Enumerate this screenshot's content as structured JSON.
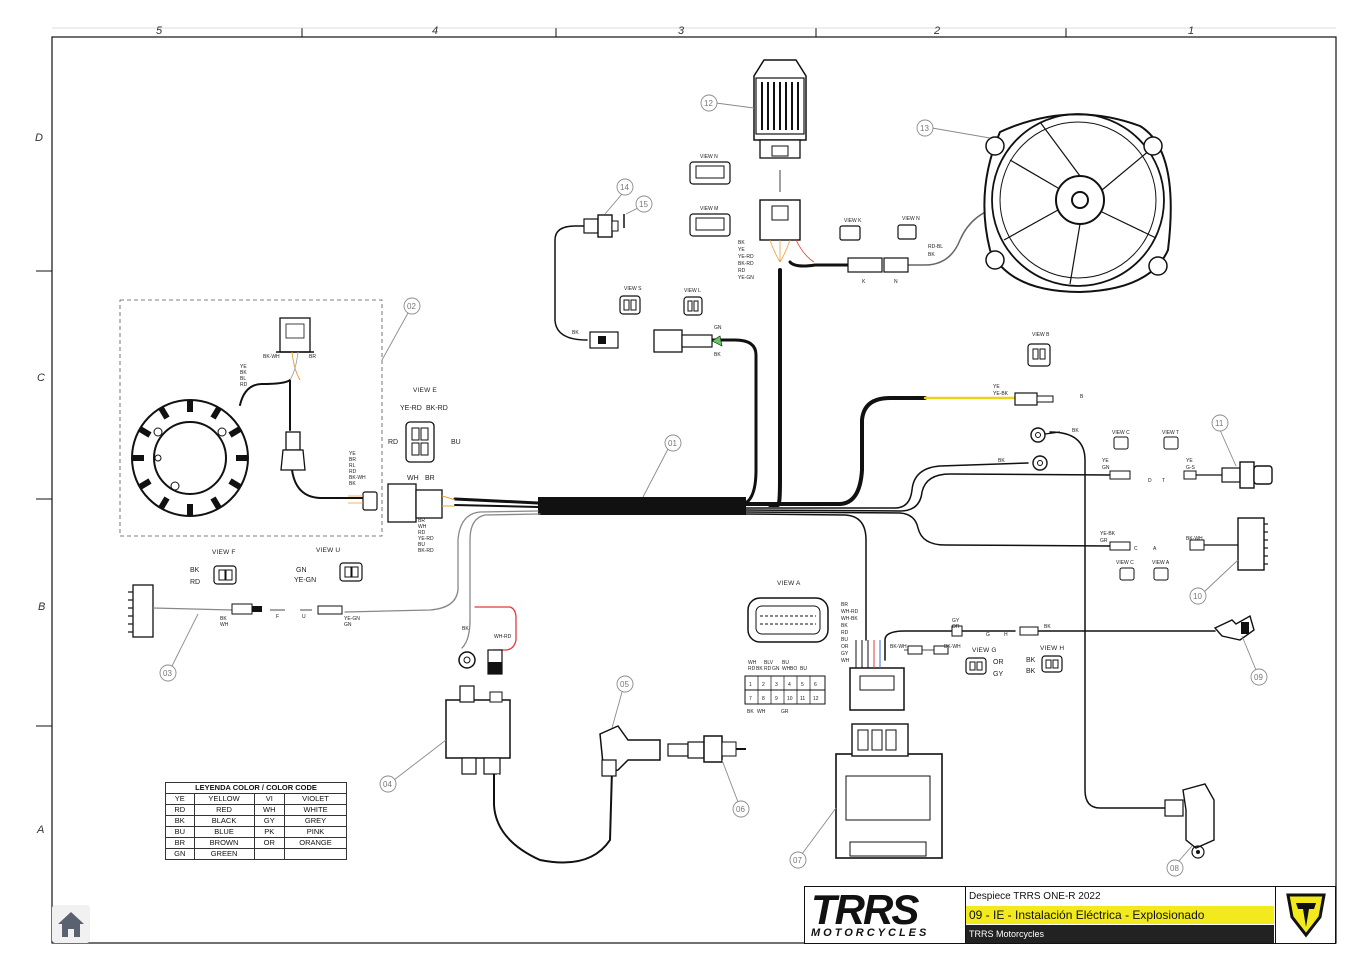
{
  "grid": {
    "columns": [
      "5",
      "4",
      "3",
      "2",
      "1"
    ],
    "rows": [
      "D",
      "C",
      "B",
      "A"
    ]
  },
  "callouts": [
    "01",
    "02",
    "03",
    "04",
    "05",
    "06",
    "07",
    "08",
    "09",
    "10",
    "11",
    "12",
    "13",
    "14",
    "15"
  ],
  "views": {
    "e": "VIEW E",
    "f": "VIEW F",
    "u": "VIEW U",
    "a": "VIEW A",
    "g": "VIEW G",
    "h": "VIEW H",
    "l": "VIEW L",
    "s": "VIEW S",
    "n": "VIEW N",
    "m": "VIEW M",
    "k": "VIEW K",
    "c": "VIEW C",
    "t": "VIEW T",
    "b": "VIEW B"
  },
  "wire_labels": {
    "stator_upper": [
      "YE",
      "BK",
      "BL",
      "RD"
    ],
    "stator_lower": [
      "YE",
      "BR",
      "RL",
      "RD",
      "BK-WH",
      "BK"
    ],
    "stator_top_left": "BK-WH",
    "stator_top_right": "BR",
    "view_e_ye_rd": "YE-RD",
    "view_e_bk_rd": "BK-RD",
    "view_e_rd": "RD",
    "view_e_bu": "BU",
    "view_e_wh": "WH",
    "view_e_br": "BR",
    "main_conn": [
      "BR",
      "WH",
      "RD",
      "YE-RD",
      "BU",
      "BK-RD"
    ],
    "view_f_bk": "BK",
    "view_f_rd": "RD",
    "view_u_gn": "GN",
    "view_u_yegn": "YE-GN",
    "c03_bk": "BK",
    "c03_wh": "WH",
    "c03_ye_gn": "YE-GN",
    "c03_gn": "GN",
    "letter_f": "F",
    "letter_u": "U",
    "reg_wires": [
      "BK",
      "YE",
      "YE-RD",
      "BK-RD",
      "RD",
      "YE-GN"
    ],
    "fan_rdbl": "RD-BL",
    "fan_bk": "BK",
    "letter_k": "K",
    "letter_n": "N",
    "c14_bk": "BK",
    "gn": "GN",
    "bk": "BK",
    "ye": "YE",
    "ye_bk": "YE-BK",
    "letter_b": "B",
    "right_ye": "YE",
    "right_gn": "GN",
    "right_gs": "G-S",
    "letter_t": "T",
    "letter_d": "D",
    "right_ye_bk": "YE-BK",
    "right_gr": "GR",
    "right_bk_wh": "BK-WH",
    "letter_c": "C",
    "letter_a": "A",
    "ecu_wires": [
      "BR",
      "WH-RD",
      "WH-BK",
      "BK",
      "RD",
      "BU",
      "OR",
      "GY",
      "WH"
    ],
    "gy": "GY",
    "or": "OR",
    "letter_g": "G",
    "letter_h": "H",
    "bk_wh": "BK-WH",
    "view_g_or": "OR",
    "view_g_gy": "GY",
    "view_h_bk1": "BK",
    "view_h_bk2": "BK",
    "coil_bk": "BK",
    "coil_wh_rd": "WH-RD"
  },
  "pinout": {
    "top_labels": [
      "WH",
      "BLV",
      "BU",
      "RD",
      "BK",
      "RD",
      "GN",
      "WH",
      "BO",
      "BU"
    ],
    "row1": [
      "1",
      "2",
      "3",
      "4",
      "5",
      "6"
    ],
    "row2": [
      "7",
      "8",
      "9",
      "10",
      "11",
      "12"
    ],
    "bottom_labels": [
      "BK",
      "WH",
      "GR"
    ]
  },
  "legend": {
    "title": "LEYENDA COLOR / COLOR CODE",
    "rows": [
      [
        "YE",
        "YELLOW",
        "VI",
        "VIOLET"
      ],
      [
        "RD",
        "RED",
        "WH",
        "WHITE"
      ],
      [
        "BK",
        "BLACK",
        "GY",
        "GREY"
      ],
      [
        "BU",
        "BLUE",
        "PK",
        "PINK"
      ],
      [
        "BR",
        "BROWN",
        "OR",
        "ORANGE"
      ],
      [
        "GN",
        "GREEN",
        "",
        ""
      ]
    ]
  },
  "title_block": {
    "logo_big": "TRRS",
    "logo_sub": "MOTORCYCLES",
    "line1": "Despiece TRRS ONE-R  2022",
    "line2": "09 - IE - Instalación Eléctrica - Explosionado",
    "line3": "TRRS Motorcycles"
  },
  "colors": {
    "border": "#111111",
    "harness": "#111111",
    "wire_grey": "#8a8a8a",
    "wire_red": "#e23a3a",
    "wire_yellow": "#e8d21a",
    "callout": "#8a8a8a",
    "title_yellow": "#f2ea1c"
  },
  "home_icon": "home-icon"
}
